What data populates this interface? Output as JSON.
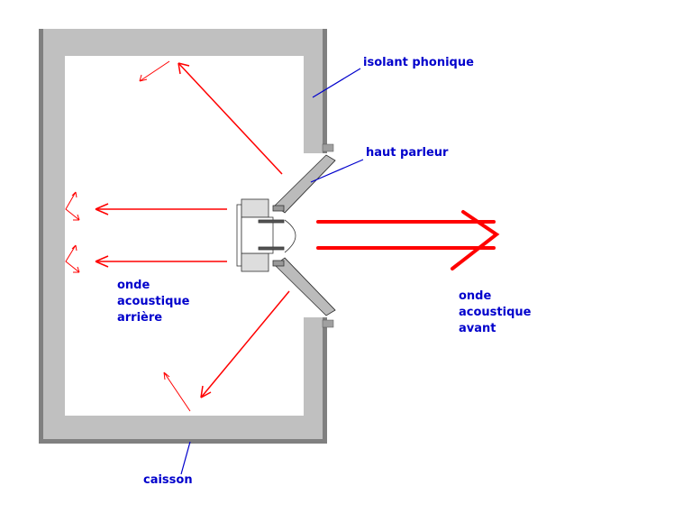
{
  "labels": {
    "insulation": "isolant phonique",
    "speaker": "haut parleur",
    "back_wave": [
      "onde",
      "acoustique",
      "arrière"
    ],
    "front_wave": [
      "onde",
      "acoustique",
      "avant"
    ],
    "cabinet": "caisson"
  },
  "colors": {
    "wall": "#c0c0c0",
    "wall_edge": "#808080",
    "arrow": "#ff0000",
    "label": "#0000cc"
  }
}
